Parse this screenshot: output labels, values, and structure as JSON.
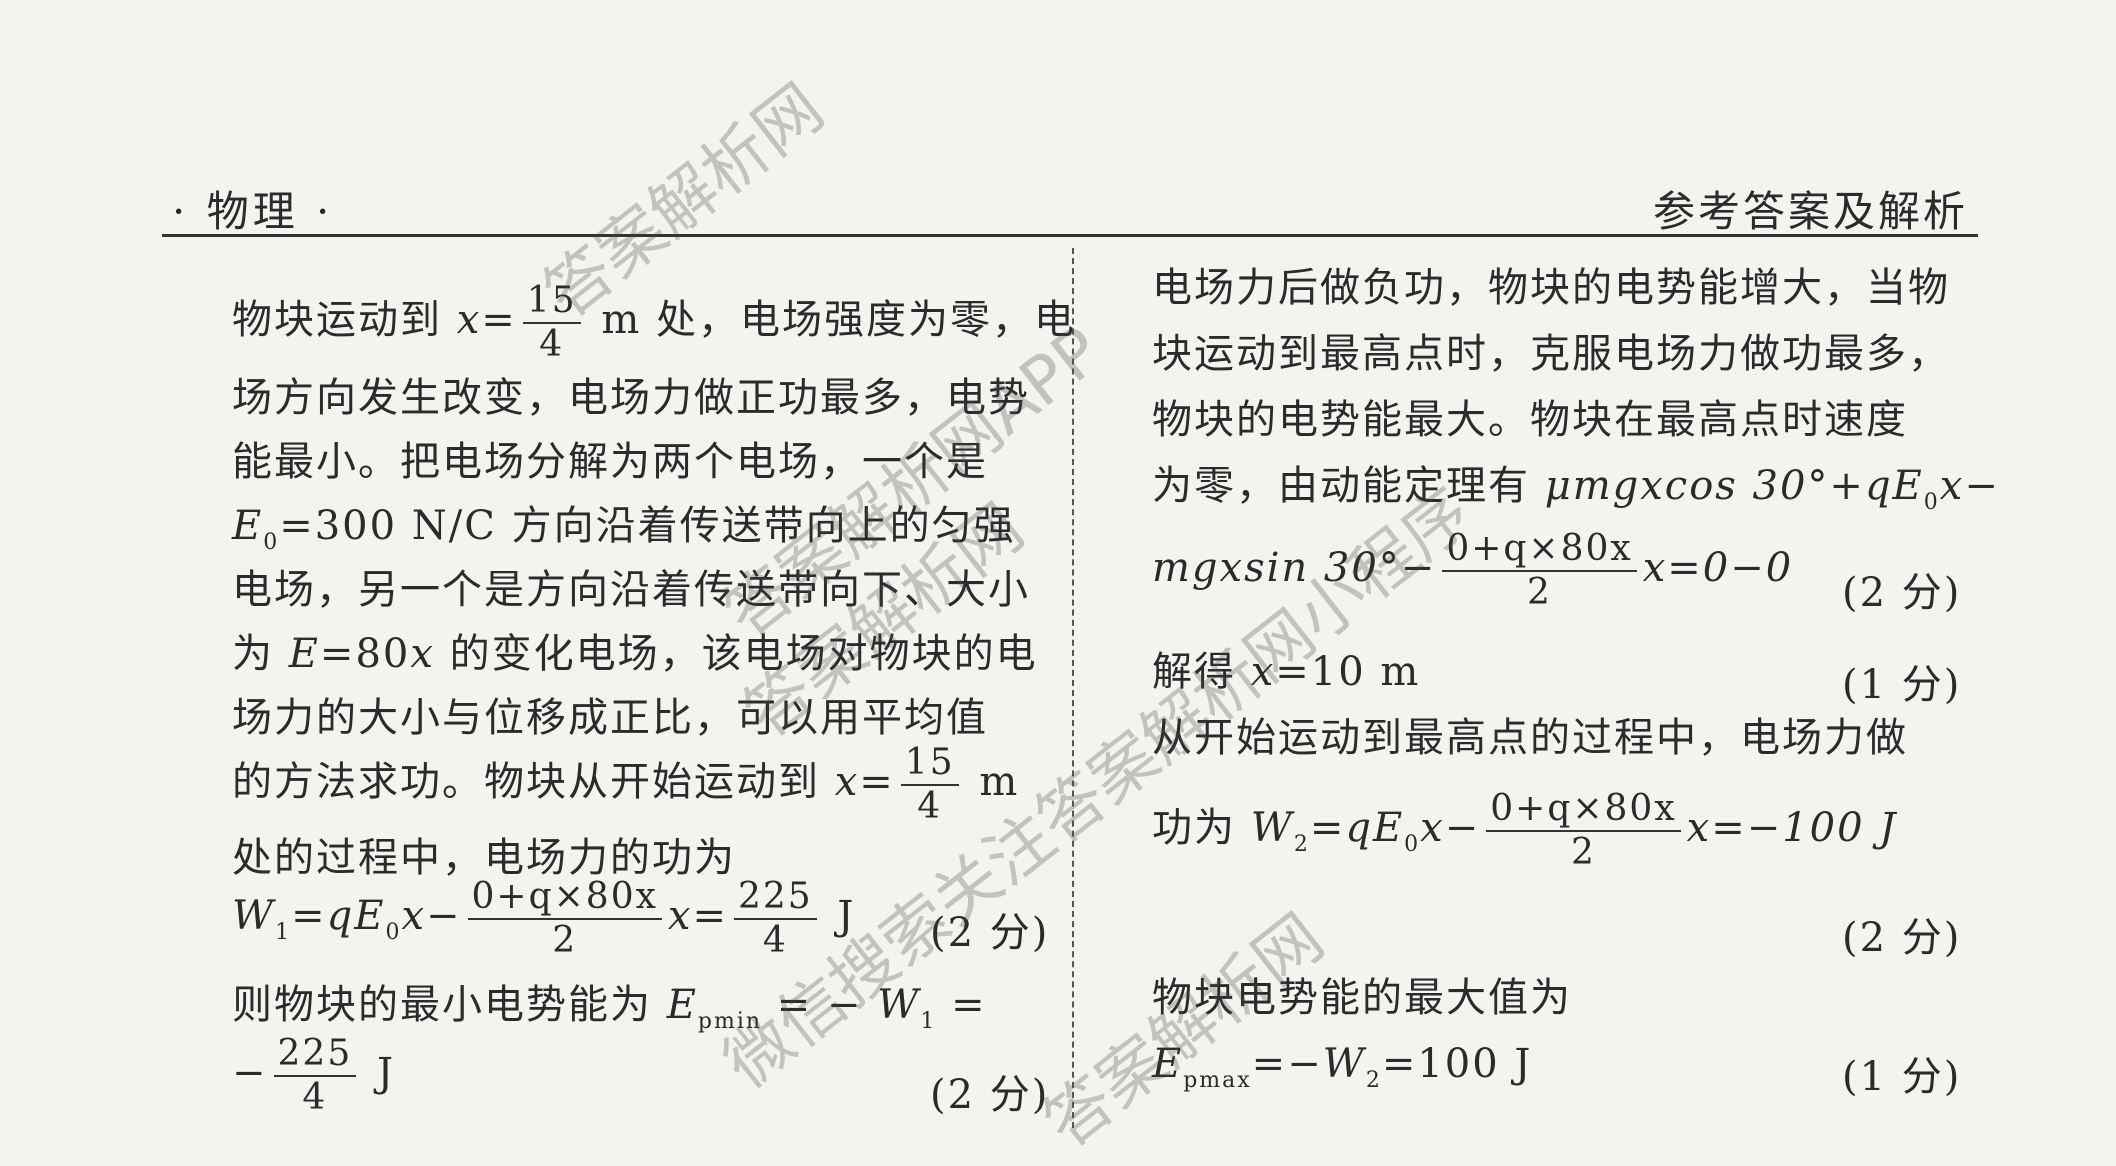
{
  "header": {
    "left": "· 物理 ·",
    "right": "参考答案及解析"
  },
  "left_column": {
    "l1_pre": "物块运动到 ",
    "l1_var": "x",
    "l1_eq": "=",
    "l1_frac_num": "15",
    "l1_frac_den": "4",
    "l1_post": " m 处，电场强度为零，电",
    "l2": "场方向发生改变，电场力做正功最多，电势",
    "l3": "能最小。把电场分解为两个电场，一个是",
    "l4_var": "E",
    "l4_sub": "0",
    "l4_post": "=300 N/C 方向沿着传送带向上的匀强",
    "l5": "电场，另一个是方向沿着传送带向下、大小",
    "l6_pre": "为 ",
    "l6_var": "E",
    "l6_mid": "=80",
    "l6_var2": "x",
    "l6_post": " 的变化电场，该电场对物块的电",
    "l7": "场力的大小与位移成正比，可以用平均值",
    "l8_pre": "的方法求功。物块从开始运动到 ",
    "l8_var": "x",
    "l8_eq": "=",
    "l8_frac_num": "15",
    "l8_frac_den": "4",
    "l8_post": " m",
    "l9": "处的过程中，电场力的功为",
    "l10_w": "W",
    "l10_wsub": "1",
    "l10_a": "=qE",
    "l10_asub": "0",
    "l10_b": "x−",
    "l10_frac_num": "0+q×80x",
    "l10_frac_den": "2",
    "l10_c": "x=",
    "l10_frac2_num": "225",
    "l10_frac2_den": "4",
    "l10_unit": " J",
    "l10_score": "(2 分)",
    "l11_pre": "则物块的最小电势能为 ",
    "l11_e": "E",
    "l11_esub": "pmin",
    "l11_mid": " = − ",
    "l11_w": "W",
    "l11_wsub": "1",
    "l11_post": " =",
    "l12_pre": "−",
    "l12_frac_num": "225",
    "l12_frac_den": "4",
    "l12_unit": " J",
    "l12_score": "(2 分)"
  },
  "right_column": {
    "r1": "电场力后做负功，物块的电势能增大，当物",
    "r2": "块运动到最高点时，克服电场力做功最多，",
    "r3": "物块的电势能最大。物块在最高点时速度",
    "r4_pre": "为零，由动能定理有 ",
    "r4_math": "μmgxcos 30°+qE",
    "r4_sub": "0",
    "r4_post": "x−",
    "r5_pre": "mgxsin 30°−",
    "r5_frac_num": "0+q×80x",
    "r5_frac_den": "2",
    "r5_post": "x=0−0",
    "r5_score": "(2 分)",
    "r6_pre": "解得 ",
    "r6_var": "x",
    "r6_post": "=10 m",
    "r6_score": "(1 分)",
    "r7": "从开始运动到最高点的过程中，电场力做",
    "r8_pre": "功为 ",
    "r8_w": "W",
    "r8_wsub": "2",
    "r8_a": "=qE",
    "r8_asub": "0",
    "r8_b": "x−",
    "r8_frac_num": "0+q×80x",
    "r8_frac_den": "2",
    "r8_post": "x=−100 J",
    "r9_score": "(2 分)",
    "r10": "物块电势能的最大值为",
    "r11_e": "E",
    "r11_esub": "pmax",
    "r11_mid": "=−",
    "r11_w": "W",
    "r11_wsub": "2",
    "r11_post": "=100 J",
    "r11_score": "(1 分)"
  },
  "watermarks": {
    "w1": "答案解析网",
    "w2": "答案解析网APP",
    "w3": "答案解析网",
    "w4": "微信搜索关注答案解析网小程序",
    "w5": "答案解析网"
  }
}
